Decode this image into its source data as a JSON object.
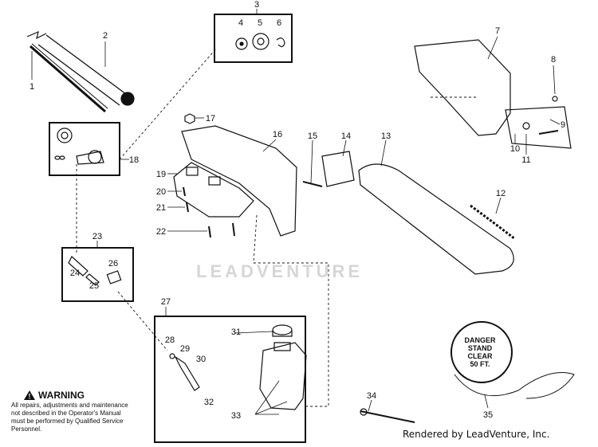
{
  "diagram": {
    "callouts": [
      "1",
      "2",
      "3",
      "4",
      "5",
      "6",
      "7",
      "8",
      "9",
      "10",
      "11",
      "12",
      "13",
      "14",
      "15",
      "16",
      "17",
      "18",
      "19",
      "20",
      "21",
      "22",
      "23",
      "24",
      "25",
      "26",
      "27",
      "28",
      "29",
      "30",
      "31",
      "32",
      "33",
      "34",
      "35"
    ],
    "watermark": "LEADVENTURE",
    "warning_title": "WARNING",
    "warning_text": "All repairs, adjustments and maintenance not described in the Operator's Manual must be performed by Qualified Service Personnel.",
    "decal_lines": [
      "DANGER",
      "STAND",
      "CLEAR",
      "50 FT."
    ],
    "credit": "Rendered by LeadVenture, Inc."
  }
}
